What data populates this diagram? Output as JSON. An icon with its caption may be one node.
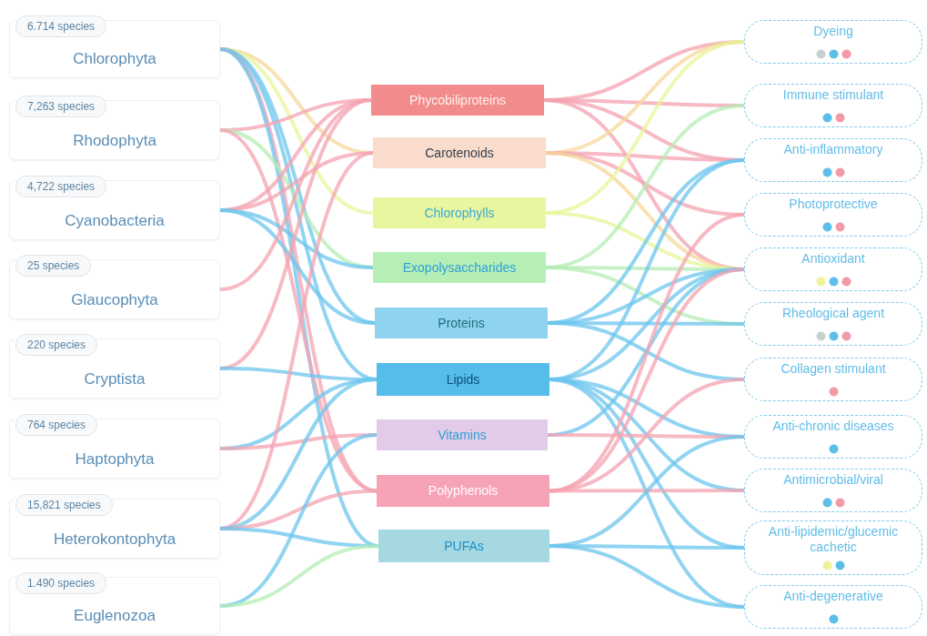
{
  "diagram": {
    "nodes": [
      {
        "text": [
          "6.714 species",
          "Chlorophyta"
        ]
      },
      {
        "text": [
          "7,263 species",
          "Rhodophyta"
        ]
      },
      {
        "text": [
          "4,722 species",
          "Cyanobacteria"
        ]
      },
      {
        "text": [
          "25 species",
          "Glaucophyta"
        ]
      },
      {
        "text": [
          "220 species",
          "Cryptista"
        ]
      },
      {
        "text": [
          "764 species",
          "Haptophyta"
        ]
      },
      {
        "text": [
          "15,821 species",
          "Heterokontophyta"
        ]
      },
      {
        "text": [
          "1.490 species",
          "Euglenozoa"
        ]
      },
      {
        "text": [
          "Phycobiliproteins"
        ]
      },
      {
        "text": [
          "Carotenoids"
        ]
      },
      {
        "text": [
          "Chlorophylls"
        ]
      },
      {
        "text": [
          "Exopolysaccharides"
        ]
      },
      {
        "text": [
          "Proteins"
        ]
      },
      {
        "text": [
          "Lipids"
        ]
      },
      {
        "text": [
          "Vitamins"
        ]
      },
      {
        "text": [
          "Polyphenols"
        ]
      },
      {
        "text": [
          "PUFAs"
        ]
      },
      {
        "text": [
          "Dyeing"
        ]
      },
      {
        "text": [
          "Immune stimulant"
        ]
      },
      {
        "text": [
          "Anti-inflammatory"
        ]
      },
      {
        "text": [
          "Photoprotective"
        ]
      },
      {
        "text": [
          "Antioxidant"
        ]
      },
      {
        "text": [
          "Rheological agent"
        ]
      },
      {
        "text": [
          "Collagen stimulant"
        ]
      },
      {
        "text": [
          "Anti-chronic diseases"
        ]
      },
      {
        "text": [
          "Antimicrobial/viral"
        ]
      },
      {
        "text": [
          "Anti-lipidemic/glucemic cachetic"
        ]
      },
      {
        "text": [
          "Anti-degenerative"
        ]
      }
    ],
    "edges": [
      {
        "from": 0,
        "to": 9,
        "arrow": "none",
        "color": "#f5d89a"
      },
      {
        "from": 0,
        "to": 10,
        "arrow": "none",
        "color": "#e6f59a"
      },
      {
        "from": 0,
        "to": 12,
        "arrow": "none",
        "color": "#6cc6ee"
      },
      {
        "from": 0,
        "to": 13,
        "arrow": "none",
        "color": "#6cc6ee"
      },
      {
        "from": 0,
        "to": 15,
        "arrow": "none",
        "color": "#f4a3b0"
      },
      {
        "from": 0,
        "to": 16,
        "arrow": "none",
        "color": "#6cc6ee"
      },
      {
        "from": 1,
        "to": 8,
        "arrow": "none",
        "color": "#f4a3b0"
      },
      {
        "from": 1,
        "to": 11,
        "arrow": "none",
        "color": "#b4eeb4"
      },
      {
        "from": 1,
        "to": 15,
        "arrow": "none",
        "color": "#f4a3b0"
      },
      {
        "from": 2,
        "to": 8,
        "arrow": "none",
        "color": "#f4a3b0"
      },
      {
        "from": 2,
        "to": 9,
        "arrow": "none",
        "color": "#f4a3b0"
      },
      {
        "from": 2,
        "to": 11,
        "arrow": "none",
        "color": "#6cc6ee"
      },
      {
        "from": 2,
        "to": 12,
        "arrow": "none",
        "color": "#6cc6ee"
      },
      {
        "from": 3,
        "to": 8,
        "arrow": "none",
        "color": "#f4a3b0"
      },
      {
        "from": 4,
        "to": 8,
        "arrow": "none",
        "color": "#f4a3b0"
      },
      {
        "from": 4,
        "to": 13,
        "arrow": "none",
        "color": "#6cc6ee"
      },
      {
        "from": 5,
        "to": 13,
        "arrow": "none",
        "color": "#6cc6ee"
      },
      {
        "from": 5,
        "to": 14,
        "arrow": "none",
        "color": "#f4a3b0"
      },
      {
        "from": 6,
        "to": 9,
        "arrow": "none",
        "color": "#f4a3b0"
      },
      {
        "from": 6,
        "to": 13,
        "arrow": "none",
        "color": "#6cc6ee"
      },
      {
        "from": 6,
        "to": 15,
        "arrow": "none",
        "color": "#f4a3b0"
      },
      {
        "from": 6,
        "to": 16,
        "arrow": "none",
        "color": "#6cc6ee"
      },
      {
        "from": 7,
        "to": 14,
        "arrow": "none",
        "color": "#6cc6ee"
      },
      {
        "from": 7,
        "to": 16,
        "arrow": "none",
        "color": "#b4eeb4"
      },
      {
        "from": 8,
        "to": 17,
        "arrow": "none",
        "color": "#f4a3b0"
      },
      {
        "from": 8,
        "to": 18,
        "arrow": "none",
        "color": "#f4a3b0"
      },
      {
        "from": 8,
        "to": 19,
        "arrow": "none",
        "color": "#f4a3b0"
      },
      {
        "from": 8,
        "to": 21,
        "arrow": "none",
        "color": "#f4a3b0"
      },
      {
        "from": 9,
        "to": 17,
        "arrow": "none",
        "color": "#f5d89a"
      },
      {
        "from": 9,
        "to": 19,
        "arrow": "none",
        "color": "#f4a3b0"
      },
      {
        "from": 9,
        "to": 20,
        "arrow": "none",
        "color": "#f4a3b0"
      },
      {
        "from": 9,
        "to": 21,
        "arrow": "none",
        "color": "#f5d89a"
      },
      {
        "from": 10,
        "to": 17,
        "arrow": "none",
        "color": "#e6f59a"
      },
      {
        "from": 10,
        "to": 21,
        "arrow": "none",
        "color": "#e6f59a"
      },
      {
        "from": 11,
        "to": 18,
        "arrow": "none",
        "color": "#b4eeb4"
      },
      {
        "from": 11,
        "to": 21,
        "arrow": "none",
        "color": "#b4eeb4"
      },
      {
        "from": 11,
        "to": 22,
        "arrow": "none",
        "color": "#b4eeb4"
      },
      {
        "from": 12,
        "to": 19,
        "arrow": "none",
        "color": "#6cc6ee"
      },
      {
        "from": 12,
        "to": 21,
        "arrow": "none",
        "color": "#6cc6ee"
      },
      {
        "from": 12,
        "to": 22,
        "arrow": "none",
        "color": "#6cc6ee"
      },
      {
        "from": 12,
        "to": 23,
        "arrow": "none",
        "color": "#6cc6ee"
      },
      {
        "from": 13,
        "to": 19,
        "arrow": "none",
        "color": "#6cc6ee"
      },
      {
        "from": 13,
        "to": 21,
        "arrow": "none",
        "color": "#6cc6ee"
      },
      {
        "from": 13,
        "to": 24,
        "arrow": "none",
        "color": "#6cc6ee"
      },
      {
        "from": 13,
        "to": 25,
        "arrow": "none",
        "color": "#6cc6ee"
      },
      {
        "from": 13,
        "to": 26,
        "arrow": "none",
        "color": "#6cc6ee"
      },
      {
        "from": 13,
        "to": 27,
        "arrow": "none",
        "color": "#6cc6ee"
      },
      {
        "from": 14,
        "to": 21,
        "arrow": "none",
        "color": "#6cc6ee"
      },
      {
        "from": 14,
        "to": 24,
        "arrow": "none",
        "color": "#f4a3b0"
      },
      {
        "from": 15,
        "to": 20,
        "arrow": "none",
        "color": "#f4a3b0"
      },
      {
        "from": 15,
        "to": 21,
        "arrow": "none",
        "color": "#f4a3b0"
      },
      {
        "from": 15,
        "to": 23,
        "arrow": "none",
        "color": "#f4a3b0"
      },
      {
        "from": 15,
        "to": 25,
        "arrow": "none",
        "color": "#f4a3b0"
      },
      {
        "from": 16,
        "to": 24,
        "arrow": "none",
        "color": "#6cc6ee"
      },
      {
        "from": 16,
        "to": 26,
        "arrow": "none",
        "color": "#6cc6ee"
      },
      {
        "from": 16,
        "to": 27,
        "arrow": "none",
        "color": "#6cc6ee"
      }
    ]
  }
}
